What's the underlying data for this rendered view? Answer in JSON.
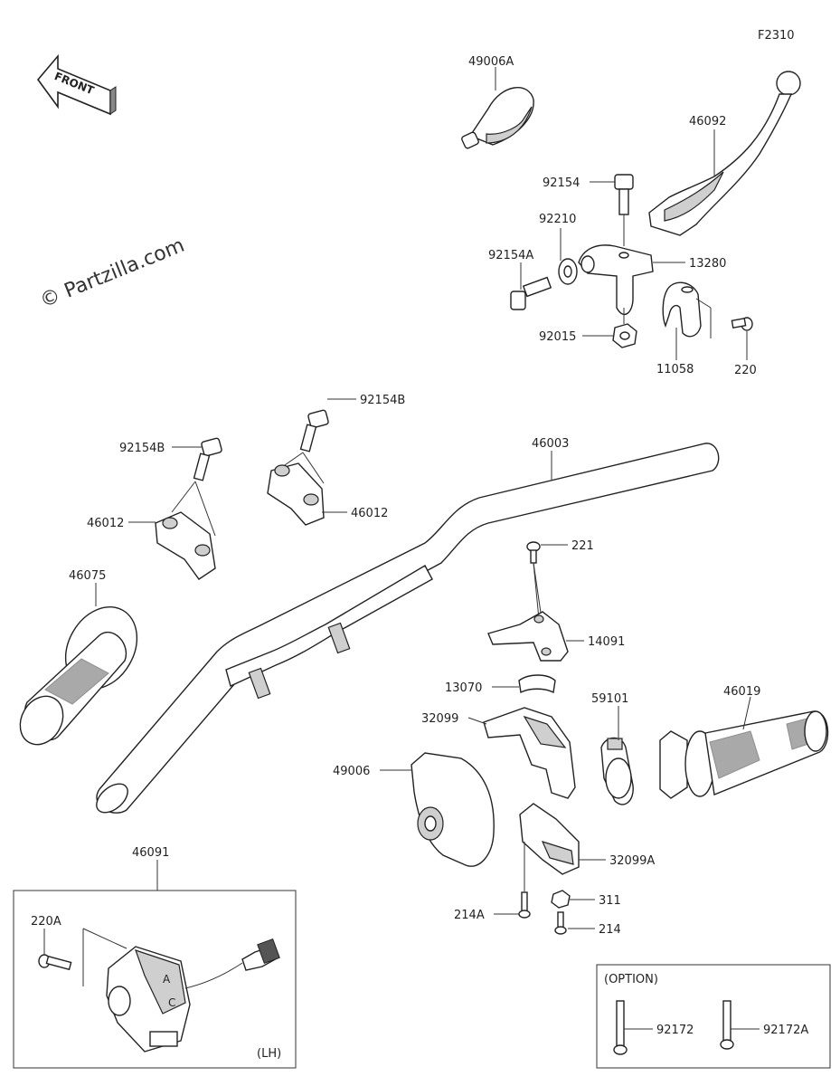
{
  "figure_code": "F2310",
  "front_label": "FRONT",
  "watermark": "© Partzilla.com",
  "parts": {
    "p49006A": "49006A",
    "p46092": "46092",
    "p92154": "92154",
    "p92210": "92210",
    "p92154A": "92154A",
    "p13280": "13280",
    "p92015": "92015",
    "p11058": "11058",
    "p220": "220",
    "p92154B_a": "92154B",
    "p92154B_b": "92154B",
    "p46003": "46003",
    "p46012_a": "46012",
    "p46012_b": "46012",
    "p46075": "46075",
    "p221": "221",
    "p14091": "14091",
    "p13070": "13070",
    "p59101": "59101",
    "p46019": "46019",
    "p32099": "32099",
    "p49006": "49006",
    "p32099A": "32099A",
    "p311": "311",
    "p214A": "214A",
    "p214": "214",
    "p46091": "46091",
    "p220A": "220A",
    "p92172": "92172",
    "p92172A": "92172A"
  },
  "option_box_label": "(OPTION)",
  "lh_label": "(LH)"
}
